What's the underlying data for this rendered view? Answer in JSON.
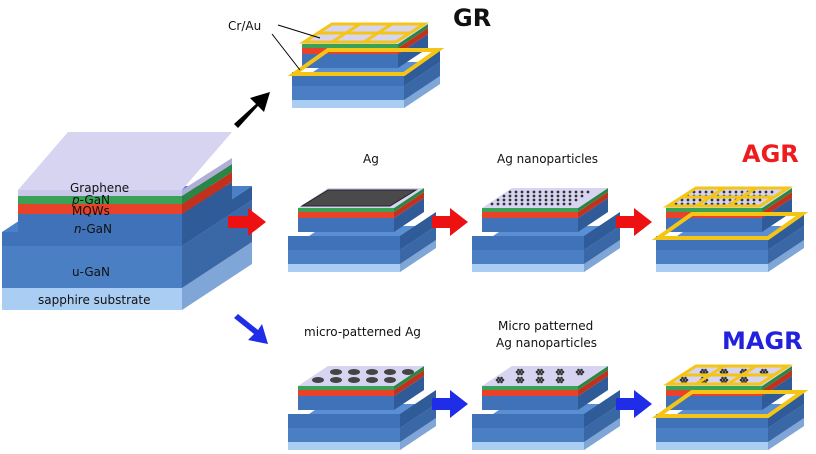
{
  "labels": {
    "cr_au": "Cr/Au",
    "gr": "GR",
    "agr": "AGR",
    "magr": "MAGR",
    "ag": "Ag",
    "ag_nanoparticles": "Ag nanoparticles",
    "micro_patterned_ag": "micro-patterned Ag",
    "micro_patterned_ag_np_line1": "Micro patterned",
    "micro_patterned_ag_np_line2": "Ag nanoparticles"
  },
  "layers": {
    "graphene": "Graphene",
    "p_gan_prefix": "p",
    "p_gan_suffix": "-GaN",
    "mqws": "MQWs",
    "n_gan_prefix": "n",
    "n_gan_suffix": "-GaN",
    "u_gan": "u-GaN",
    "substrate": "sapphire substrate"
  },
  "colors": {
    "graphene": "#d6d4f0",
    "p_gan": "#3aa257",
    "mqw": "#e8422a",
    "n_gan": "#3f72b8",
    "u_gan": "#4a7fc4",
    "sapphire": "#a9cdf3",
    "electrode": "#f5c516",
    "agr_title": "#ee1c1c",
    "magr_title": "#2222dd",
    "red_arrow": "#ee1111",
    "blue_arrow": "#1f2de8"
  }
}
